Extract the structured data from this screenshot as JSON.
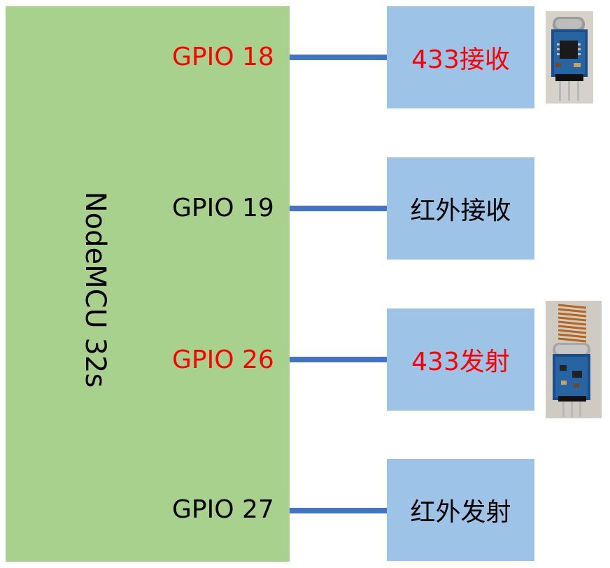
{
  "board": {
    "label": "NodeMCU 32s",
    "color": "#a9d18e"
  },
  "wire_color": "#4472c4",
  "module_color": "#9dc3e6",
  "connections": [
    {
      "pin": "GPIO 18",
      "module": "433接收",
      "highlight": "#ff0000"
    },
    {
      "pin": "GPIO 19",
      "module": "红外接收",
      "highlight": "#000000"
    },
    {
      "pin": "GPIO 26",
      "module": "433发射",
      "highlight": "#ff0000"
    },
    {
      "pin": "GPIO 27",
      "module": "红外发射",
      "highlight": "#000000"
    }
  ],
  "photos": [
    {
      "icon": "rf-433-receiver-module-photo"
    },
    {
      "icon": "rf-433-transmitter-module-photo"
    }
  ]
}
